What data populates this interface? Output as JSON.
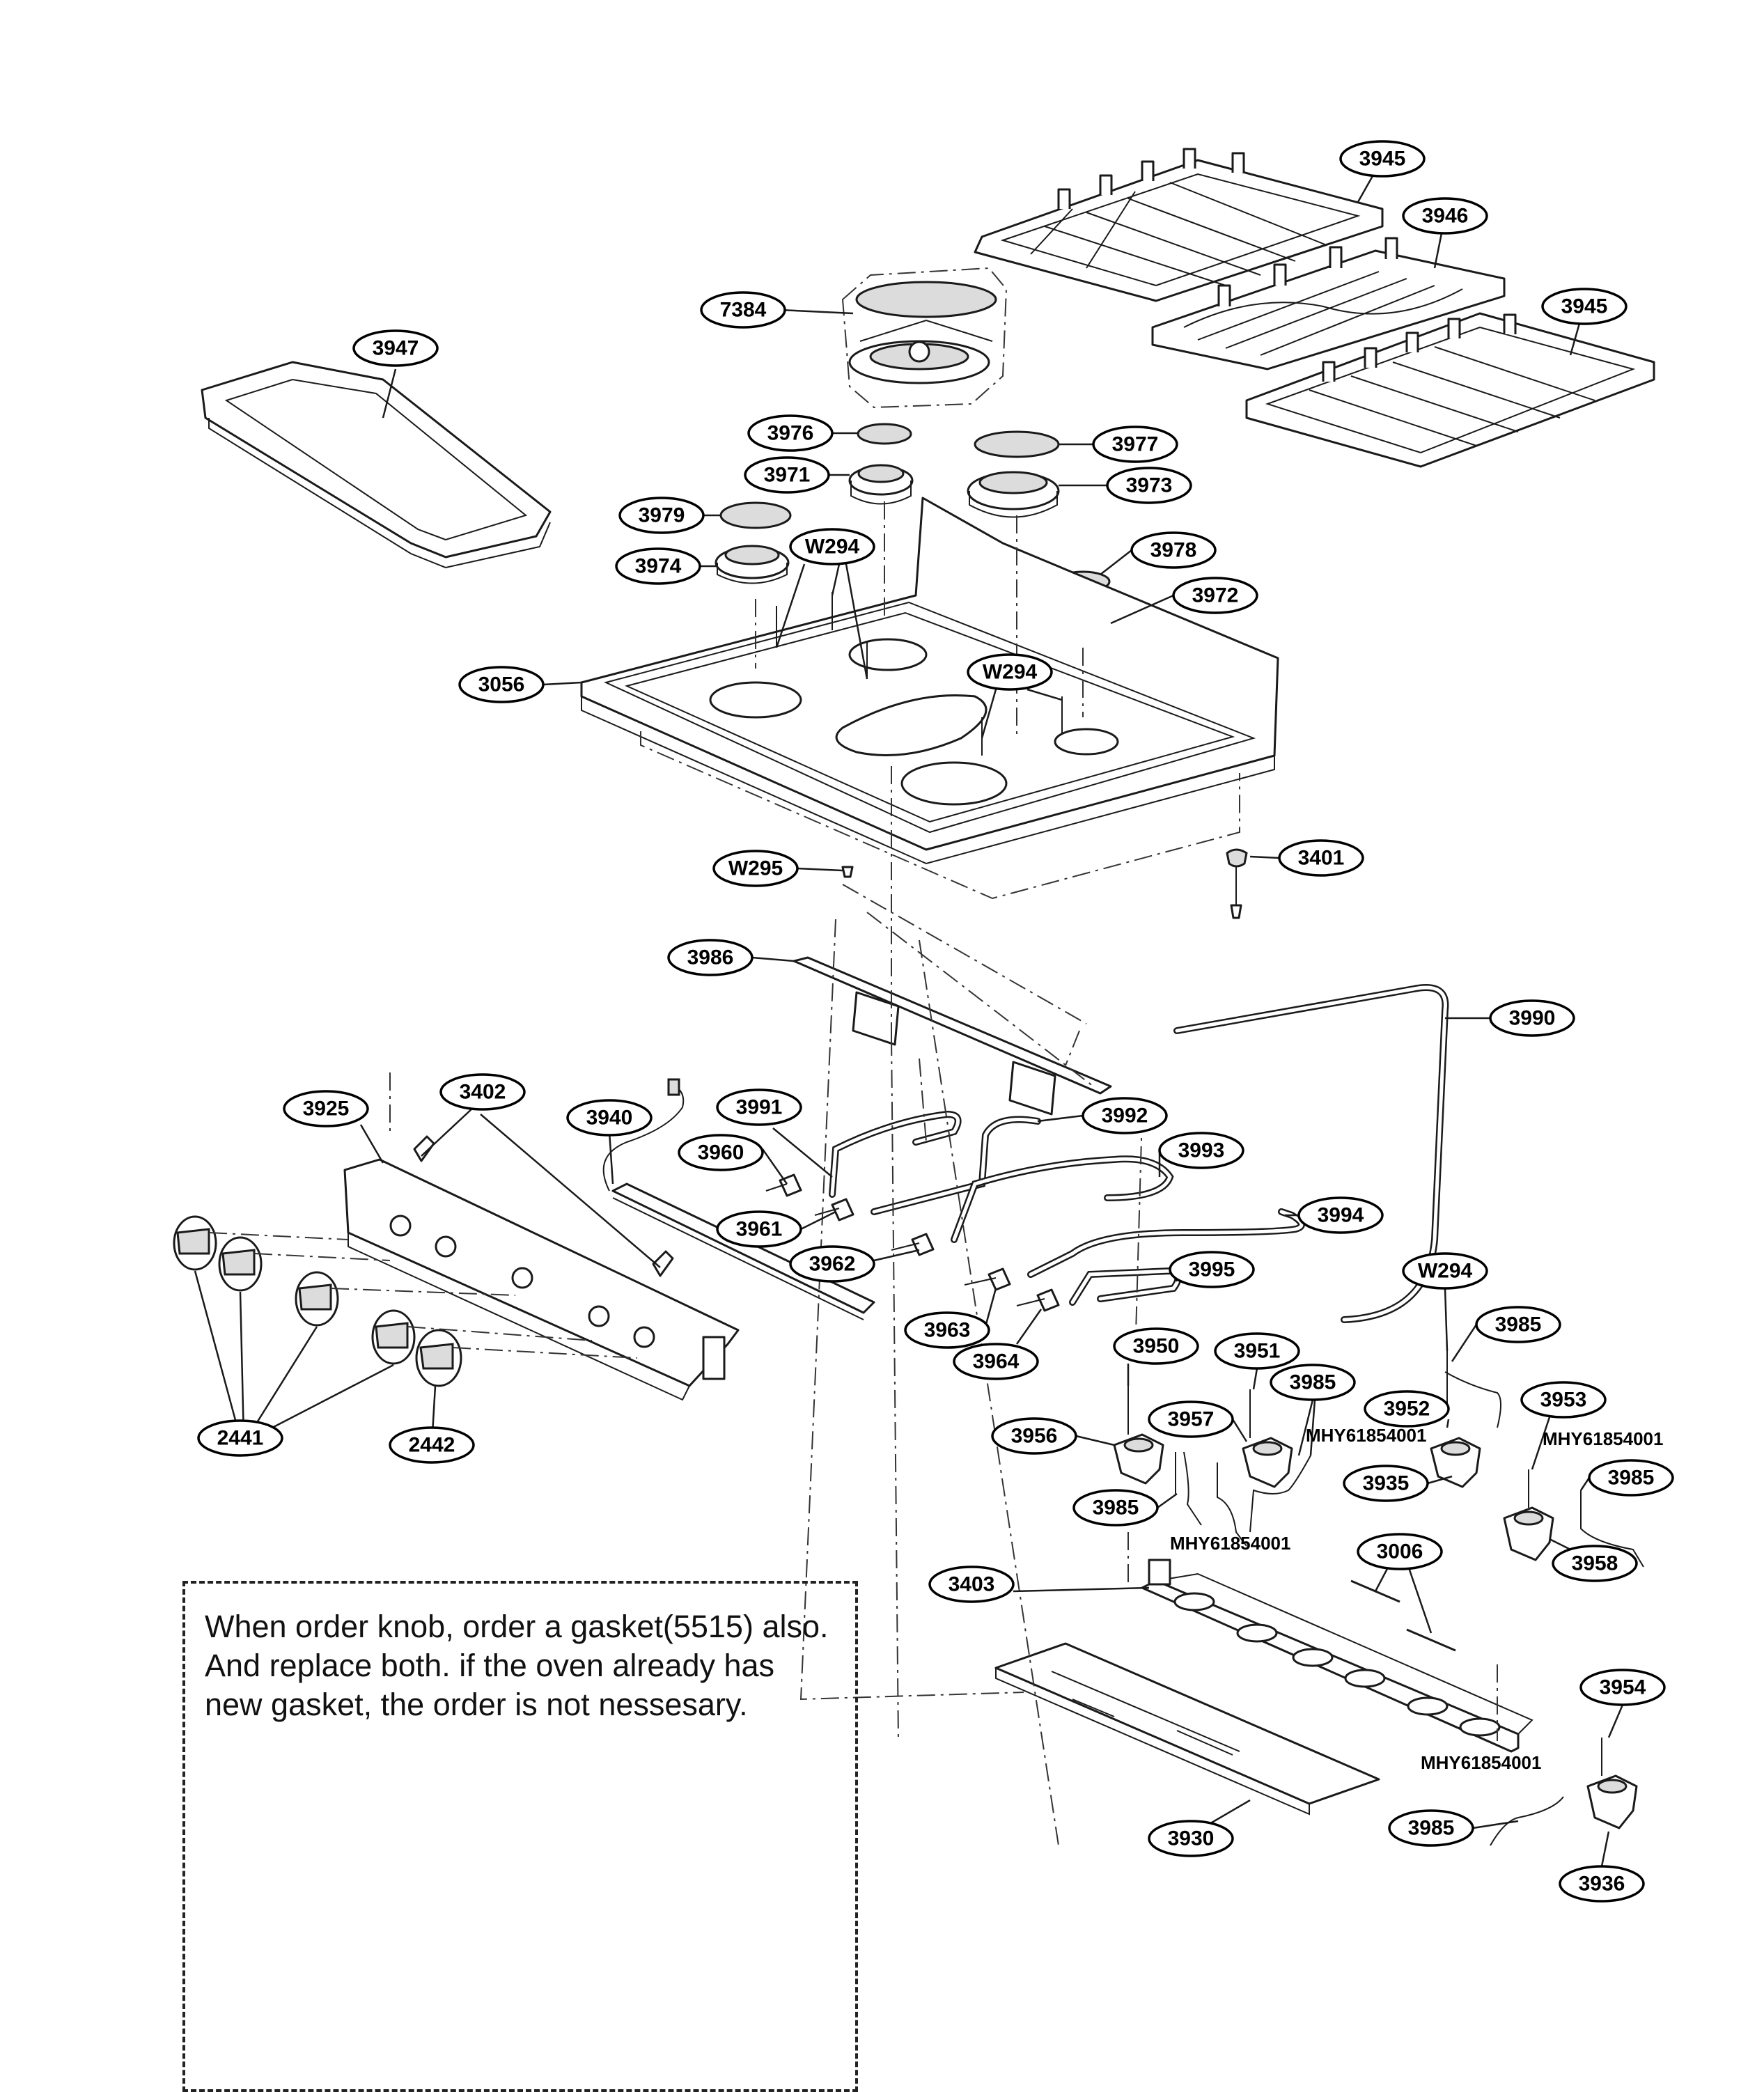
{
  "callouts": {
    "c3945a": "3945",
    "c3946": "3946",
    "c3945b": "3945",
    "c7384": "7384",
    "c3947": "3947",
    "c3976": "3976",
    "c3977": "3977",
    "c3971": "3971",
    "c3973": "3973",
    "c3979": "3979",
    "c3974": "3974",
    "cW294a": "W294",
    "c3978": "3978",
    "c3972": "3972",
    "c3056": "3056",
    "cW294b": "W294",
    "cW295": "W295",
    "c3401": "3401",
    "c3986": "3986",
    "c3990": "3990",
    "c3925": "3925",
    "c3402": "3402",
    "c3940": "3940",
    "c3991": "3991",
    "c3960": "3960",
    "c3992": "3992",
    "c3993": "3993",
    "c3961": "3961",
    "c3994": "3994",
    "c3962": "3962",
    "c3995": "3995",
    "c3963": "3963",
    "c3964": "3964",
    "cW294c": "W294",
    "c3985a": "3985",
    "c3950": "3950",
    "c3951": "3951",
    "c3985b": "3985",
    "c3952": "3952",
    "c3953": "3953",
    "c3956": "3956",
    "c3957": "3957",
    "c3935": "3935",
    "c3985c": "3985",
    "c3958": "3958",
    "c3985d": "3985",
    "c2441": "2441",
    "c2442": "2442",
    "c3006": "3006",
    "c3403": "3403",
    "c3954": "3954",
    "c3930": "3930",
    "c3985e": "3985",
    "c3936": "3936"
  },
  "plain_labels": {
    "mhy1": "MHY61854001",
    "mhy2": "MHY61854001",
    "mhy3": "MHY61854001",
    "mhy4": "MHY61854001"
  },
  "note": {
    "line1": "When order knob, order a gasket(5515) also.",
    "line2": "And replace both.  if the oven already has",
    "line3": "new gasket, the order is not nessesary."
  }
}
